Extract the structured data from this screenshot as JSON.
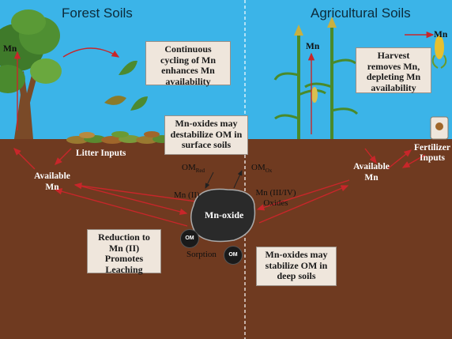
{
  "titles": {
    "left": "Forest Soils",
    "right": "Agricultural Soils"
  },
  "boxes": {
    "cycling": "Continuous cycling of Mn enhances Mn availability",
    "harvest": "Harvest removes Mn, depleting Mn availability",
    "destabilize": "Mn-oxides may destabilize OM in surface soils",
    "reduction": "Reduction to Mn (II) Promotes Leaching",
    "stabilize": "Mn-oxides may stabilize OM in deep soils"
  },
  "labels": {
    "mn_tree": "Mn",
    "mn_corn": "Mn",
    "mn_harvest": "Mn",
    "litter": "Litter Inputs",
    "fertilizer": "Fertilizer Inputs",
    "available_left": "Available Mn",
    "available_right": "Available Mn",
    "om_red": "OM",
    "om_red_sub": "Red",
    "om_ox": "OM",
    "om_ox_sub": "Ox",
    "mn_ii": "Mn (II)",
    "mn_iii_iv": "Mn (III/IV) Oxides",
    "mn_oxide": "Mn-oxide",
    "sorption": "Sorption",
    "om_1": "OM",
    "om_2": "OM"
  },
  "colors": {
    "sky": "#3bb4e8",
    "soil": "#6f3a20",
    "arrow": "#c8262a",
    "box_bg": "#efe6dc"
  }
}
